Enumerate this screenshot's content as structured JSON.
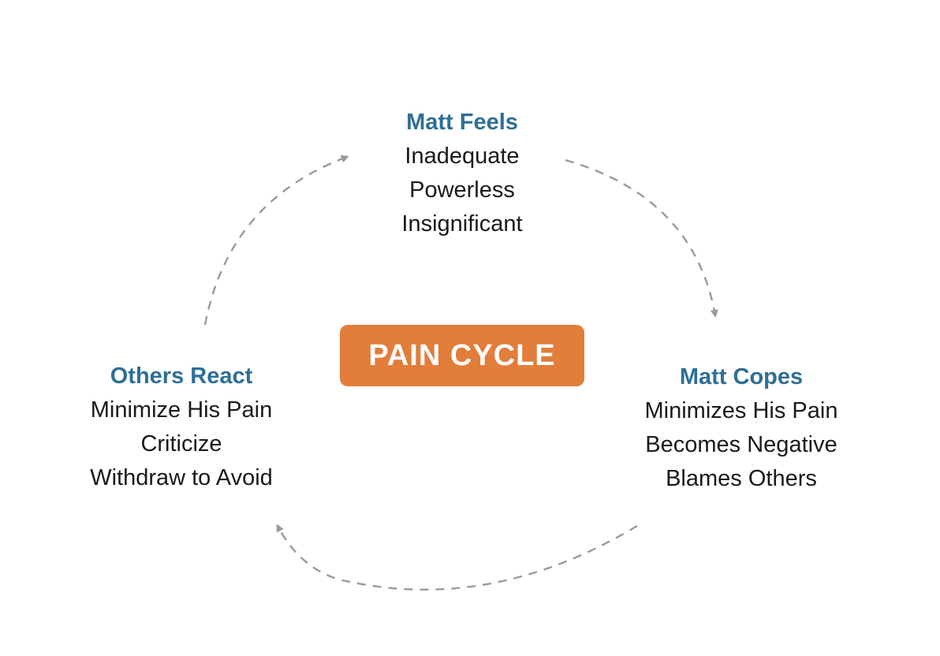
{
  "colors": {
    "heading": "#2e6f96",
    "body_text": "#1a1a1a",
    "center_fill": "#e27d3a",
    "center_text": "#ffffff",
    "arrow": "#9a9a9a"
  },
  "center": {
    "label": "PAIN CYCLE"
  },
  "nodes": {
    "top": {
      "heading": "Matt Feels",
      "items": [
        "Inadequate",
        "Powerless",
        "Insignificant"
      ]
    },
    "right": {
      "heading": "Matt Copes",
      "items": [
        "Minimizes His Pain",
        "Becomes Negative",
        "Blames Others"
      ]
    },
    "left": {
      "heading": "Others React",
      "items": [
        "Minimize His Pain",
        "Criticize",
        "Withdraw to Avoid"
      ]
    }
  },
  "connectors": [
    {
      "from": "top",
      "to": "right",
      "style": "dashed-arrow"
    },
    {
      "from": "right",
      "to": "left",
      "style": "dashed-arrow"
    },
    {
      "from": "left",
      "to": "top",
      "style": "dashed-arrow"
    }
  ]
}
